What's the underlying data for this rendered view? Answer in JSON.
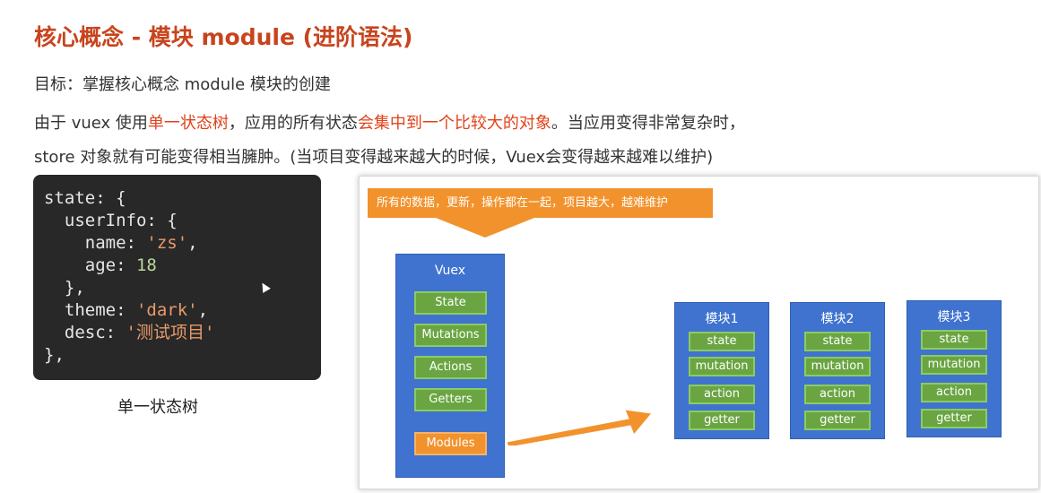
{
  "title": "核心概念 - 模块 module (进阶语法)",
  "goal": "目标：掌握核心概念 module 模块的创建",
  "para1": {
    "p1": "由于 vuex 使用",
    "h1": "单一状态树",
    "p2": "，应用的所有状态",
    "h2": "会集中到一个比较大的对象",
    "p3": "。当应用变得非常复杂时，"
  },
  "para2": "store 对象就有可能变得相当臃肿。(当项目变得越来越大的时候，Vuex会变得越来越难以维护)",
  "code": {
    "l1": "state: {",
    "l2": "  userInfo: {",
    "l3k": "    name: ",
    "l3v": "'zs'",
    "l3e": ",",
    "l4k": "    age: ",
    "l4v": "18",
    "l5": "  },",
    "l6k": "  theme: ",
    "l6v": "'dark'",
    "l6e": ",",
    "l7k": "  desc: ",
    "l7v": "'测试项目'",
    "l8": "},"
  },
  "caption": "单一状态树",
  "diagram": {
    "callout": "所有的数据，更新，操作都在一起，项目越大，越难维护",
    "vuex": {
      "title": "Vuex",
      "items": [
        "State",
        "Mutations",
        "Actions",
        "Getters"
      ],
      "modules": "Modules"
    },
    "modules": [
      {
        "title": "模块1",
        "items": [
          "state",
          "mutation",
          "action",
          "getter"
        ]
      },
      {
        "title": "模块2",
        "items": [
          "state",
          "mutation",
          "action",
          "getter"
        ]
      },
      {
        "title": "模块3",
        "items": [
          "state",
          "mutation",
          "action",
          "getter"
        ]
      }
    ],
    "colors": {
      "blue": "#3f73cf",
      "green": "#6aa542",
      "orange": "#f2922c"
    }
  }
}
